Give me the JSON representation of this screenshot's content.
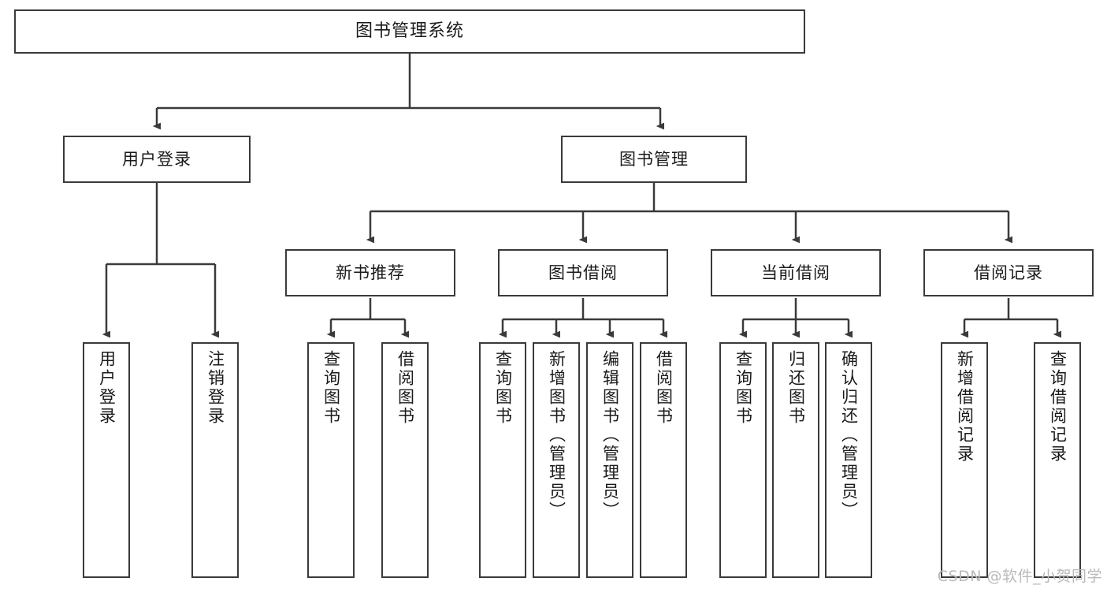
{
  "diagram": {
    "type": "hierarchy-tree",
    "title": "图书管理系统",
    "watermark": "CSDN @软件_小贺同学",
    "colors": {
      "box_border": "#3a3a3a",
      "box_fill": "#ffffff",
      "line": "#3a3a3a",
      "text": "#1a1a1a",
      "watermark": "#b9b9b9"
    },
    "root": {
      "label": "图书管理系统"
    },
    "level2": [
      {
        "label": "用户登录"
      },
      {
        "label": "图书管理"
      }
    ],
    "level3": [
      {
        "label": "新书推荐"
      },
      {
        "label": "图书借阅"
      },
      {
        "label": "当前借阅"
      },
      {
        "label": "借阅记录"
      }
    ],
    "leaves": {
      "user_login": [
        {
          "label": "用户登录"
        },
        {
          "label": "注销登录"
        }
      ],
      "new_book_recommend": [
        {
          "label": "查询图书"
        },
        {
          "label": "借阅图书"
        }
      ],
      "book_borrow": [
        {
          "label": "查询图书"
        },
        {
          "label": "新增图书（管理员）"
        },
        {
          "label": "编辑图书（管理员）"
        },
        {
          "label": "借阅图书"
        }
      ],
      "current_borrow": [
        {
          "label": "查询图书"
        },
        {
          "label": "归还图书"
        },
        {
          "label": "确认归还（管理员）"
        }
      ],
      "borrow_record": [
        {
          "label": "新增借阅记录"
        },
        {
          "label": "查询借阅记录"
        }
      ]
    }
  }
}
